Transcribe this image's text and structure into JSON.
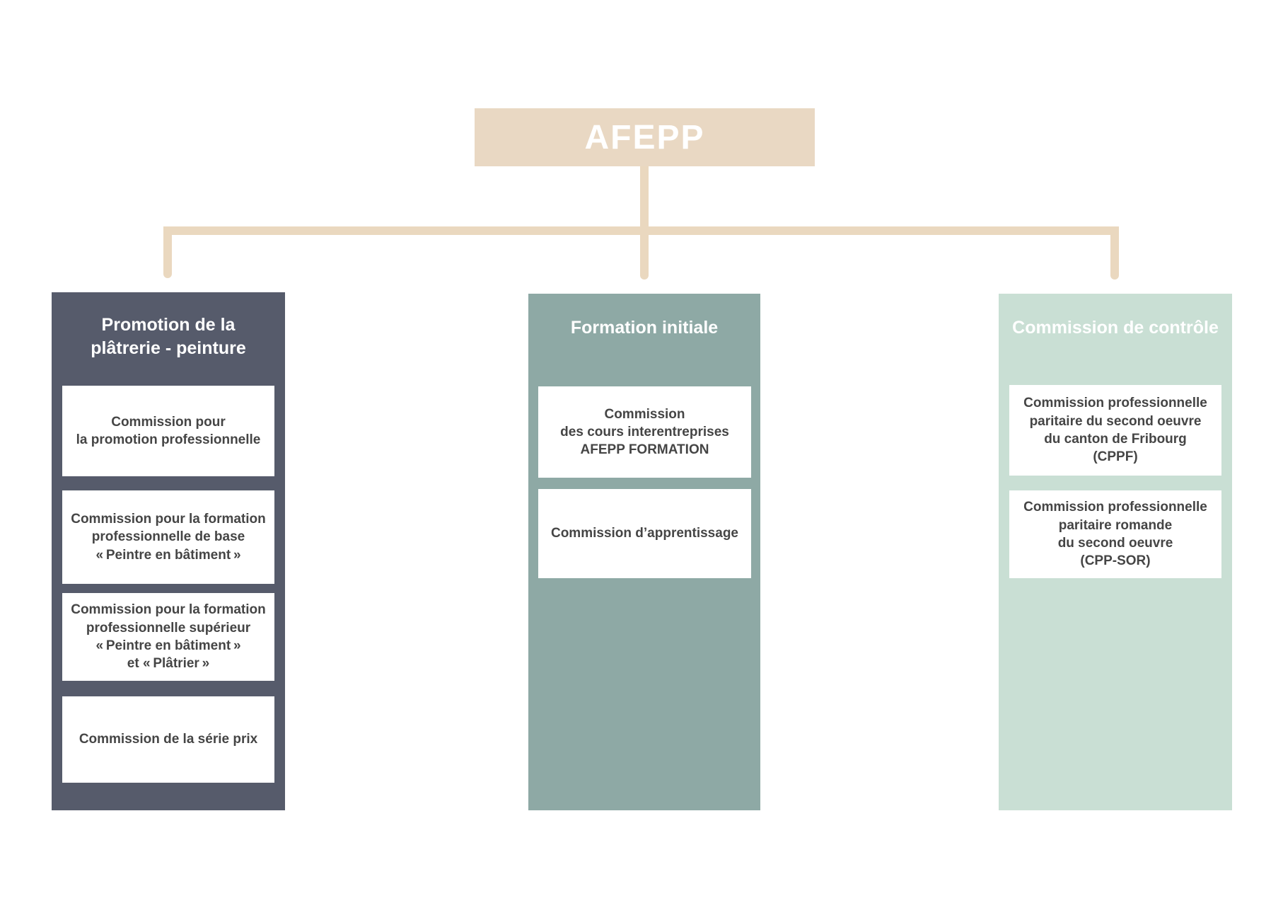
{
  "diagram": {
    "root": {
      "title": "AFEPP"
    },
    "columns": [
      {
        "id": "promotion-platrerie-peinture",
        "title": "Promotion de la\nplâtrerie - peinture",
        "theme_color": "#565b6b",
        "items": [
          {
            "label": "Commission pour\nla promotion professionnelle"
          },
          {
            "label": "Commission pour la formation\nprofessionnelle de base\n« Peintre en bâtiment »"
          },
          {
            "label": "Commission pour la formation\nprofessionnelle supérieur\n« Peintre en bâtiment »\net « Plâtrier »"
          },
          {
            "label": "Commission de la série prix"
          }
        ]
      },
      {
        "id": "formation-initiale",
        "title": "Formation initiale",
        "theme_color": "#8ea9a5",
        "items": [
          {
            "label": "Commission\ndes cours interentreprises\nAFEPP FORMATION"
          },
          {
            "label": "Commission d’apprentissage"
          }
        ]
      },
      {
        "id": "commission-de-controle",
        "title": "Commission de contrôle",
        "theme_color": "#c9dfd4",
        "items": [
          {
            "label": "Commission professionnelle\nparitaire du second oeuvre\ndu canton de Fribourg\n(CPPF)"
          },
          {
            "label": "Commission professionnelle\nparitaire romande\ndu second oeuvre\n(CPP-SOR)"
          }
        ]
      }
    ],
    "colors": {
      "root_box": "#e9d8c3",
      "connector": "#ead8bf",
      "column_dark": "#565b6b",
      "column_teal": "#8ea9a5",
      "column_mint": "#c9dfd4",
      "card_background": "#ffffff",
      "card_text": "#454545",
      "header_text": "#ffffff"
    }
  }
}
